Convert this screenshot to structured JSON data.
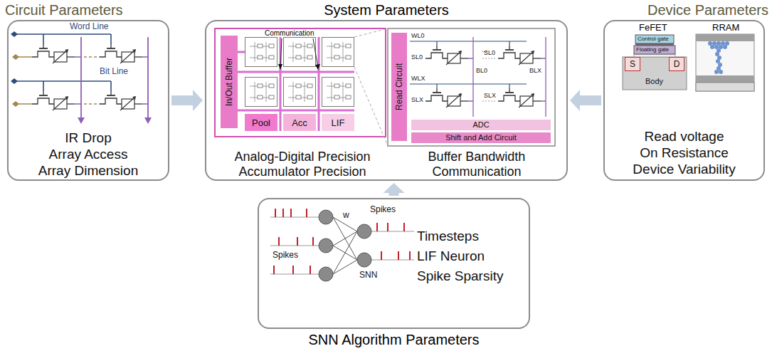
{
  "diagram": {
    "nodes": [
      {
        "text": [
          "Circuit Parameters",
          "IR Drop Array Access Array Dimension"
        ]
      },
      {
        "text": [
          "System Parameters",
          "Analog-Digital Precision Accumulator Precision",
          "Buffer Bandwidth Communication"
        ]
      },
      {
        "text": [
          "In/Out Buffer"
        ],
        "in": 1
      },
      {
        "text": [
          "Pool"
        ],
        "in": 1
      },
      {
        "text": [
          "Acc"
        ],
        "in": 1
      },
      {
        "text": [
          "LIF"
        ],
        "in": 1
      },
      {
        "text": [
          "Read Circuit"
        ],
        "in": 1
      },
      {
        "text": [
          "ADC"
        ],
        "in": 1
      },
      {
        "text": [
          "Shift and Add Circuit"
        ],
        "in": 1
      },
      {
        "text": [
          "Device Parameters",
          "Read voltage On Resistance Device Variability"
        ]
      },
      {
        "text": [
          "S"
        ],
        "in": 9
      },
      {
        "text": [
          "D"
        ],
        "in": 9
      },
      {
        "text": [
          "SNN Algorithm Parameters",
          "Timesteps LIF Neuron Spike Sparsity"
        ]
      }
    ],
    "edges": [
      {
        "from": 0,
        "to": 1,
        "arrow": "to"
      },
      {
        "from": 9,
        "to": 1,
        "arrow": "to"
      },
      {
        "from": 12,
        "to": 1,
        "arrow": "to"
      }
    ],
    "labels": [
      "Word Line",
      "Bit Line",
      "Communication",
      "WL0",
      "SL0",
      "BL0",
      "...",
      "SL0",
      "BLX",
      "WLX",
      "SLX",
      "SLX",
      "FeFET",
      "RRAM",
      "Control gate",
      "Floating gate",
      "Body",
      "Spikes",
      "w",
      "Spikes",
      "SNN"
    ]
  }
}
